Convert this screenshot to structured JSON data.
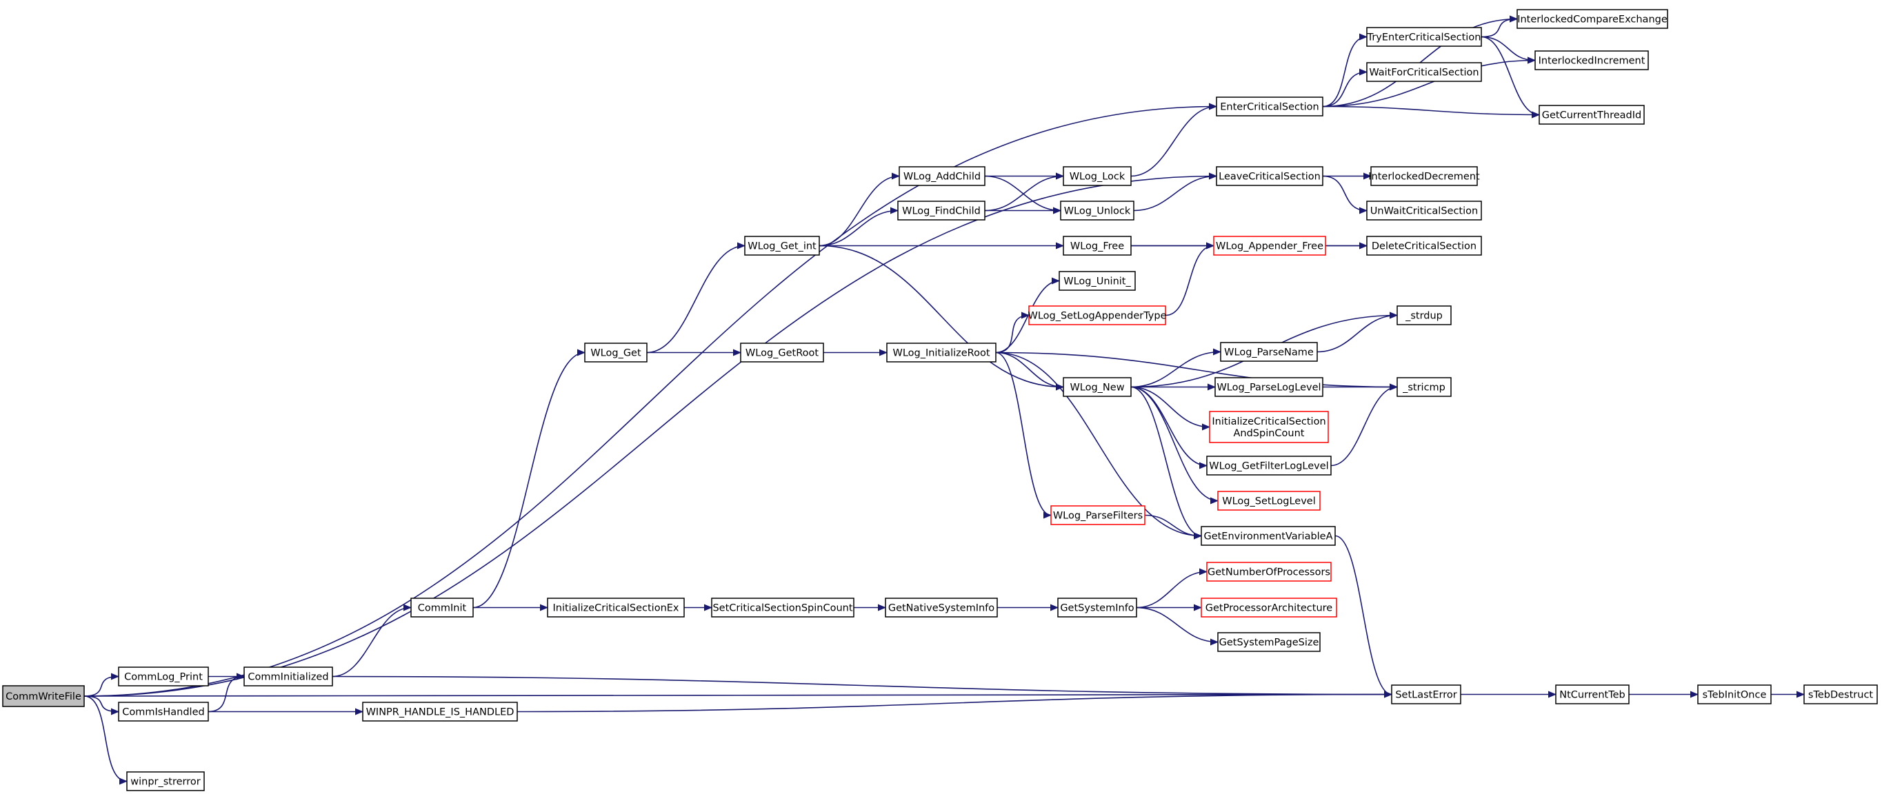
{
  "diagram": {
    "type": "call-graph",
    "colors": {
      "edge": "#191970",
      "node_border": "#000000",
      "incomplete_node_border": "#ff0000",
      "root_fill": "#bfbfbf"
    },
    "nodes": [
      {
        "id": "CommWriteFile",
        "label": "CommWriteFile",
        "style": "root"
      },
      {
        "id": "CommLog_Print",
        "label": "CommLog_Print"
      },
      {
        "id": "CommIsHandled",
        "label": "CommIsHandled"
      },
      {
        "id": "winpr_strerror",
        "label": "winpr_strerror"
      },
      {
        "id": "CommInitialized",
        "label": "CommInitialized"
      },
      {
        "id": "WINPR_HANDLE_IS_HANDLED",
        "label": "WINPR_HANDLE_IS_HANDLED"
      },
      {
        "id": "CommInit",
        "label": "CommInit"
      },
      {
        "id": "WLog_Get",
        "label": "WLog_Get"
      },
      {
        "id": "InitializeCriticalSectionEx",
        "label": "InitializeCriticalSectionEx"
      },
      {
        "id": "WLog_Get_int",
        "label": "WLog_Get_int"
      },
      {
        "id": "WLog_GetRoot",
        "label": "WLog_GetRoot"
      },
      {
        "id": "SetCriticalSectionSpinCount",
        "label": "SetCriticalSectionSpinCount"
      },
      {
        "id": "WLog_AddChild",
        "label": "WLog_AddChild"
      },
      {
        "id": "WLog_FindChild",
        "label": "WLog_FindChild"
      },
      {
        "id": "WLog_InitializeRoot",
        "label": "WLog_InitializeRoot"
      },
      {
        "id": "GetNativeSystemInfo",
        "label": "GetNativeSystemInfo"
      },
      {
        "id": "WLog_Lock",
        "label": "WLog_Lock"
      },
      {
        "id": "WLog_Unlock",
        "label": "WLog_Unlock"
      },
      {
        "id": "WLog_Free",
        "label": "WLog_Free"
      },
      {
        "id": "WLog_Uninit_",
        "label": "WLog_Uninit_"
      },
      {
        "id": "WLog_SetLogAppenderType",
        "label": "WLog_SetLogAppenderType",
        "style": "red"
      },
      {
        "id": "WLog_New",
        "label": "WLog_New"
      },
      {
        "id": "WLog_ParseFilters",
        "label": "WLog_ParseFilters",
        "style": "red"
      },
      {
        "id": "GetSystemInfo",
        "label": "GetSystemInfo"
      },
      {
        "id": "EnterCriticalSection",
        "label": "EnterCriticalSection"
      },
      {
        "id": "LeaveCriticalSection",
        "label": "LeaveCriticalSection"
      },
      {
        "id": "WLog_Appender_Free",
        "label": "WLog_Appender_Free",
        "style": "red"
      },
      {
        "id": "WLog_ParseName",
        "label": "WLog_ParseName"
      },
      {
        "id": "WLog_ParseLogLevel",
        "label": "WLog_ParseLogLevel"
      },
      {
        "id": "InitializeCriticalSectionAndSpinCount",
        "label": "InitializeCriticalSection\nAndSpinCount",
        "style": "red"
      },
      {
        "id": "WLog_GetFilterLogLevel",
        "label": "WLog_GetFilterLogLevel"
      },
      {
        "id": "WLog_SetLogLevel",
        "label": "WLog_SetLogLevel",
        "style": "red"
      },
      {
        "id": "GetEnvironmentVariableA",
        "label": "GetEnvironmentVariableA"
      },
      {
        "id": "GetNumberOfProcessors",
        "label": "GetNumberOfProcessors",
        "style": "red"
      },
      {
        "id": "GetProcessorArchitecture",
        "label": "GetProcessorArchitecture",
        "style": "red"
      },
      {
        "id": "GetSystemPageSize",
        "label": "GetSystemPageSize"
      },
      {
        "id": "TryEnterCriticalSection",
        "label": "TryEnterCriticalSection"
      },
      {
        "id": "WaitForCriticalSection",
        "label": "WaitForCriticalSection"
      },
      {
        "id": "InterlockedDecrement",
        "label": "InterlockedDecrement"
      },
      {
        "id": "UnWaitCriticalSection",
        "label": "UnWaitCriticalSection"
      },
      {
        "id": "DeleteCriticalSection",
        "label": "DeleteCriticalSection"
      },
      {
        "id": "_strdup",
        "label": "_strdup"
      },
      {
        "id": "_stricmp",
        "label": "_stricmp"
      },
      {
        "id": "SetLastError",
        "label": "SetLastError"
      },
      {
        "id": "InterlockedCompareExchange",
        "label": "InterlockedCompareExchange"
      },
      {
        "id": "InterlockedIncrement",
        "label": "InterlockedIncrement"
      },
      {
        "id": "GetCurrentThreadId",
        "label": "GetCurrentThreadId"
      },
      {
        "id": "NtCurrentTeb",
        "label": "NtCurrentTeb"
      },
      {
        "id": "sTebInitOnce",
        "label": "sTebInitOnce"
      },
      {
        "id": "sTebDestruct",
        "label": "sTebDestruct"
      }
    ],
    "edges": [
      [
        "CommWriteFile",
        "CommLog_Print"
      ],
      [
        "CommWriteFile",
        "CommIsHandled"
      ],
      [
        "CommWriteFile",
        "winpr_strerror"
      ],
      [
        "CommWriteFile",
        "EnterCriticalSection"
      ],
      [
        "CommWriteFile",
        "LeaveCriticalSection"
      ],
      [
        "CommWriteFile",
        "SetLastError"
      ],
      [
        "CommLog_Print",
        "CommInitialized"
      ],
      [
        "CommIsHandled",
        "CommInitialized"
      ],
      [
        "CommIsHandled",
        "WINPR_HANDLE_IS_HANDLED"
      ],
      [
        "CommInitialized",
        "CommInit"
      ],
      [
        "CommInitialized",
        "SetLastError"
      ],
      [
        "WINPR_HANDLE_IS_HANDLED",
        "SetLastError"
      ],
      [
        "CommInit",
        "WLog_Get"
      ],
      [
        "CommInit",
        "InitializeCriticalSectionEx"
      ],
      [
        "WLog_Get",
        "WLog_Get_int"
      ],
      [
        "WLog_Get",
        "WLog_GetRoot"
      ],
      [
        "InitializeCriticalSectionEx",
        "SetCriticalSectionSpinCount"
      ],
      [
        "SetCriticalSectionSpinCount",
        "GetNativeSystemInfo"
      ],
      [
        "GetNativeSystemInfo",
        "GetSystemInfo"
      ],
      [
        "WLog_GetRoot",
        "WLog_InitializeRoot"
      ],
      [
        "WLog_Get_int",
        "WLog_AddChild"
      ],
      [
        "WLog_Get_int",
        "WLog_FindChild"
      ],
      [
        "WLog_Get_int",
        "WLog_Free"
      ],
      [
        "WLog_Get_int",
        "WLog_New"
      ],
      [
        "WLog_AddChild",
        "WLog_Lock"
      ],
      [
        "WLog_AddChild",
        "WLog_Unlock"
      ],
      [
        "WLog_FindChild",
        "WLog_Lock"
      ],
      [
        "WLog_FindChild",
        "WLog_Unlock"
      ],
      [
        "WLog_Lock",
        "EnterCriticalSection"
      ],
      [
        "WLog_Unlock",
        "LeaveCriticalSection"
      ],
      [
        "WLog_Free",
        "WLog_Appender_Free"
      ],
      [
        "WLog_Free",
        "DeleteCriticalSection"
      ],
      [
        "WLog_InitializeRoot",
        "WLog_Uninit_"
      ],
      [
        "WLog_InitializeRoot",
        "WLog_SetLogAppenderType"
      ],
      [
        "WLog_InitializeRoot",
        "WLog_New"
      ],
      [
        "WLog_InitializeRoot",
        "WLog_ParseFilters"
      ],
      [
        "WLog_InitializeRoot",
        "_stricmp"
      ],
      [
        "WLog_InitializeRoot",
        "GetEnvironmentVariableA"
      ],
      [
        "WLog_SetLogAppenderType",
        "WLog_Appender_Free"
      ],
      [
        "WLog_Appender_Free",
        "DeleteCriticalSection"
      ],
      [
        "WLog_New",
        "_strdup"
      ],
      [
        "WLog_New",
        "WLog_ParseName"
      ],
      [
        "WLog_New",
        "WLog_ParseLogLevel"
      ],
      [
        "WLog_New",
        "InitializeCriticalSectionAndSpinCount"
      ],
      [
        "WLog_New",
        "WLog_GetFilterLogLevel"
      ],
      [
        "WLog_New",
        "WLog_SetLogLevel"
      ],
      [
        "WLog_New",
        "GetEnvironmentVariableA"
      ],
      [
        "WLog_ParseName",
        "_strdup"
      ],
      [
        "WLog_ParseLogLevel",
        "_stricmp"
      ],
      [
        "WLog_GetFilterLogLevel",
        "_stricmp"
      ],
      [
        "WLog_ParseFilters",
        "GetEnvironmentVariableA"
      ],
      [
        "GetEnvironmentVariableA",
        "SetLastError"
      ],
      [
        "GetSystemInfo",
        "GetNumberOfProcessors"
      ],
      [
        "GetSystemInfo",
        "GetProcessorArchitecture"
      ],
      [
        "GetSystemInfo",
        "GetSystemPageSize"
      ],
      [
        "EnterCriticalSection",
        "TryEnterCriticalSection"
      ],
      [
        "EnterCriticalSection",
        "WaitForCriticalSection"
      ],
      [
        "EnterCriticalSection",
        "InterlockedCompareExchange"
      ],
      [
        "EnterCriticalSection",
        "InterlockedIncrement"
      ],
      [
        "EnterCriticalSection",
        "GetCurrentThreadId"
      ],
      [
        "TryEnterCriticalSection",
        "InterlockedCompareExchange"
      ],
      [
        "TryEnterCriticalSection",
        "InterlockedIncrement"
      ],
      [
        "TryEnterCriticalSection",
        "GetCurrentThreadId"
      ],
      [
        "LeaveCriticalSection",
        "InterlockedDecrement"
      ],
      [
        "LeaveCriticalSection",
        "UnWaitCriticalSection"
      ],
      [
        "SetLastError",
        "NtCurrentTeb"
      ],
      [
        "NtCurrentTeb",
        "sTebInitOnce"
      ],
      [
        "sTebInitOnce",
        "sTebDestruct"
      ]
    ]
  }
}
